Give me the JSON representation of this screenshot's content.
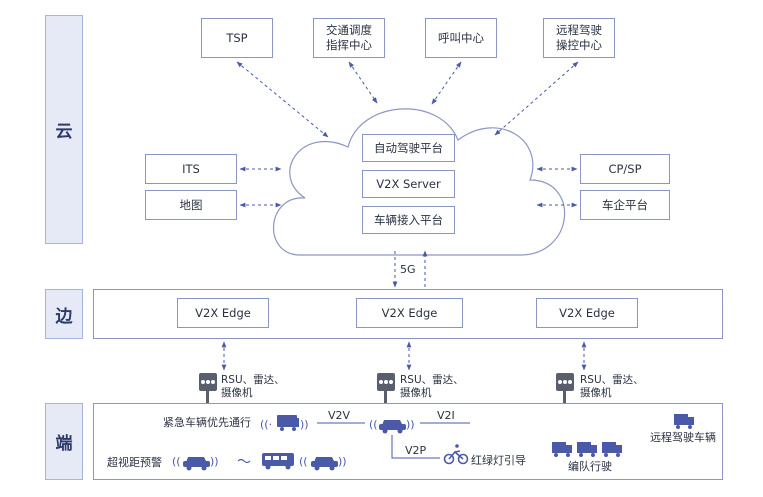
{
  "tiers": {
    "cloud": "云",
    "edge": "边",
    "end": "端"
  },
  "top_services": [
    "TSP",
    "交通调度\n指挥中心",
    "呼叫中心",
    "远程驾驶\n操控中心"
  ],
  "left_services": [
    "ITS",
    "地图"
  ],
  "right_services": [
    "CP/SP",
    "车企平台"
  ],
  "cloud_platforms": [
    "自动驾驶平台",
    "V2X Server",
    "车辆接入平台"
  ],
  "link_label": "5G",
  "edge_nodes": [
    "V2X Edge",
    "V2X Edge",
    "V2X Edge"
  ],
  "roadside": [
    "RSU、雷达、\n摄像机",
    "RSU、雷达、\n摄像机",
    "RSU、雷达、\n摄像机"
  ],
  "end_layer": {
    "emergency": "紧急车辆优先通行",
    "v2v": "V2V",
    "v2i": "V2I",
    "v2p": "V2P",
    "traffic_light_guide": "红绿灯引导",
    "beyond_sight": "超视距预警",
    "remote_vehicle": "远程驾驶车辆",
    "platoon": "编队行驶"
  },
  "colors": {
    "accent": "#4a5aa8",
    "border": "#8c96c4",
    "tier_fill": "#e6e9f6"
  }
}
